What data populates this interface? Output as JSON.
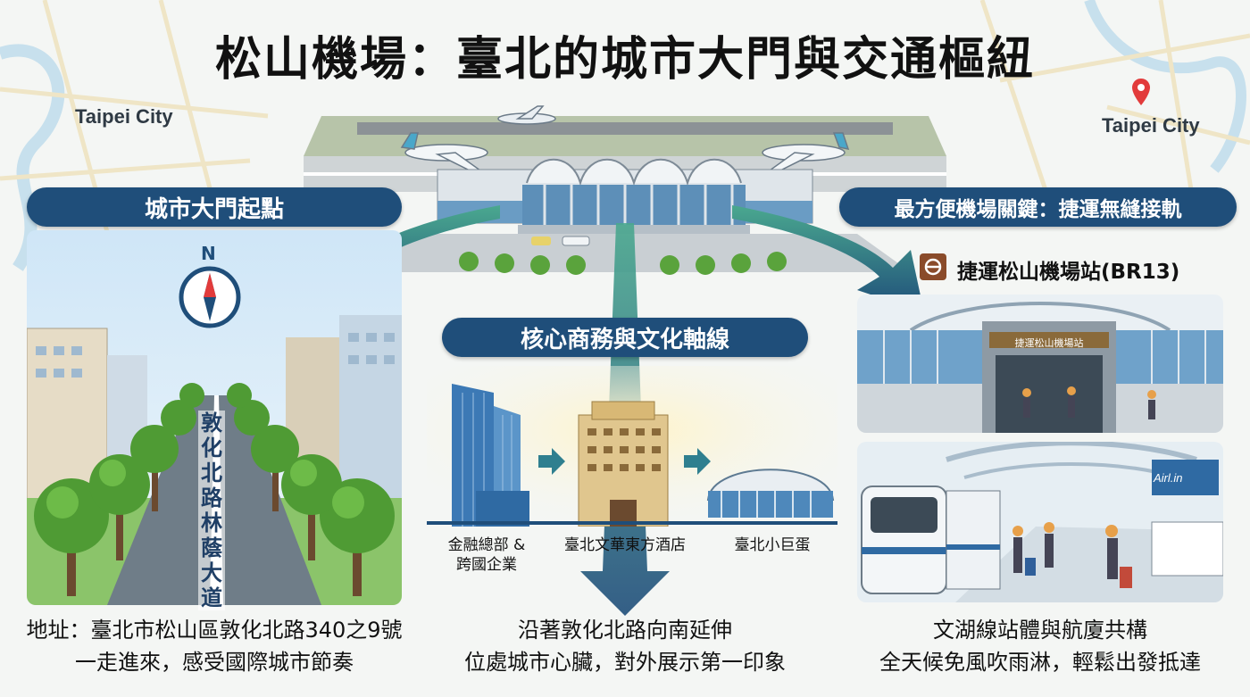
{
  "title": "松山機場：臺北的城市大門與交通樞紐",
  "map_labels": {
    "left": "Taipei City",
    "right": "Taipei City"
  },
  "sections": {
    "left": {
      "heading": "城市大門起點",
      "compass": "N",
      "road_label": "敦化北路林蔭大道",
      "caption_lines": [
        "地址：臺北市松山區敦化北路340之9號",
        "一走進來，感受國際城市節奏"
      ]
    },
    "center": {
      "heading": "核心商務與文化軸線",
      "landmarks": [
        {
          "label": "金融總部 &\n跨國企業"
        },
        {
          "label": "臺北文華東方酒店"
        },
        {
          "label": "臺北小巨蛋"
        }
      ],
      "caption_lines": [
        "沿著敦化北路向南延伸",
        "位處城市心臟，對外展示第一印象"
      ]
    },
    "right": {
      "heading": "最方便機場關鍵：捷運無縫接軌",
      "station_name": "捷運松山機場站(BR13)",
      "station_sign": "捷運松山機場站",
      "airline_sign": "Airl.in",
      "caption_lines": [
        "文湖線站體與航廈共構",
        "全天候免風吹雨淋，輕鬆出發抵達"
      ]
    }
  },
  "colors": {
    "accent": "#1f4e7a",
    "teal": "#2f7f8f",
    "tree": "#5aa33c",
    "sky": "#cfe6f7"
  }
}
